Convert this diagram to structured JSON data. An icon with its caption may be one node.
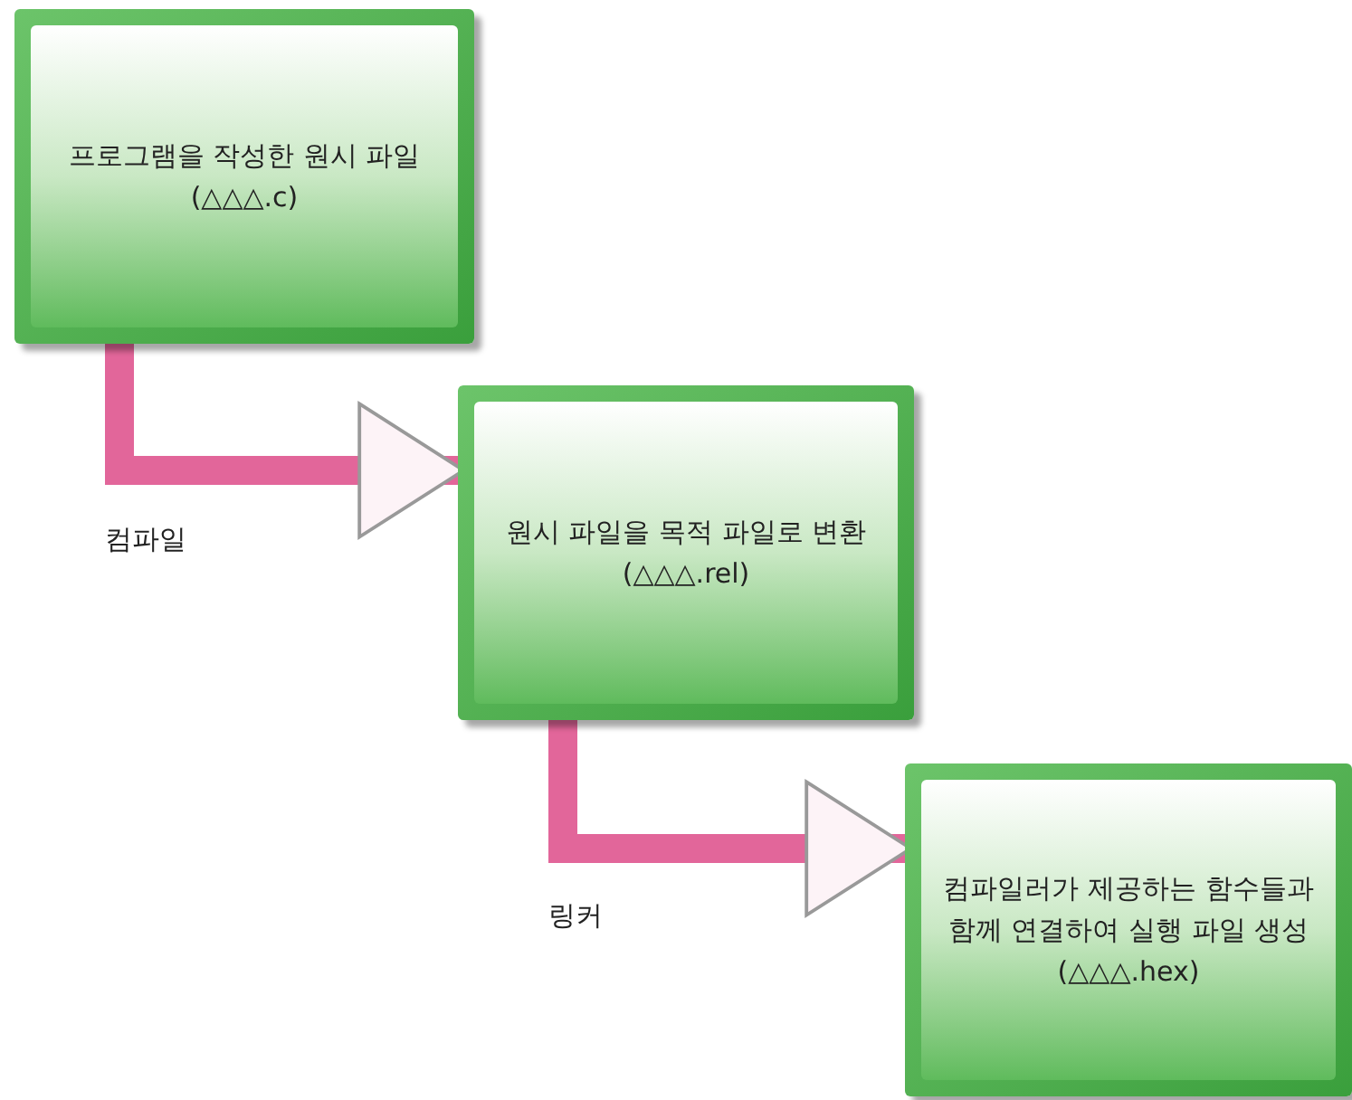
{
  "diagram": {
    "nodes": [
      {
        "text": [
          "프로그램을 작성한 원시 파일 (△△△.c)"
        ]
      },
      {
        "text": [
          "원시 파일을 목적 파일로 변환 (△△△.rel)"
        ]
      },
      {
        "text": [
          "컴파일러가 제공하는 함수들과 함께 연결하여 실행 파일 생성 (△△△.hex)"
        ]
      }
    ],
    "edges": [
      {
        "from": 0,
        "to": 1,
        "arrow": "to",
        "label": "컴파일"
      },
      {
        "from": 1,
        "to": 2,
        "arrow": "to",
        "label": "링커"
      }
    ]
  }
}
